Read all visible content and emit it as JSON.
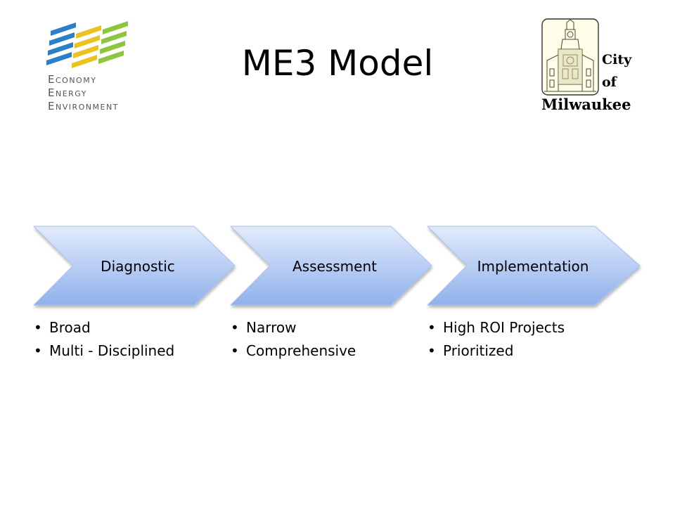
{
  "title": "ME3 Model",
  "me3_logo": {
    "lines": [
      "Economy",
      "Energy",
      "Environment"
    ],
    "colors": {
      "blue": "#2a7fc6",
      "yellow": "#e9c31f",
      "green": "#8cc63f"
    }
  },
  "milwaukee_logo": {
    "line1": "City",
    "line2": "of",
    "line3": "Milwaukee"
  },
  "stages": [
    {
      "label": "Diagnostic",
      "bullets": [
        "Broad",
        "Multi - Disciplined"
      ]
    },
    {
      "label": "Assessment",
      "bullets": [
        "Narrow",
        "Comprehensive"
      ]
    },
    {
      "label": "Implementation",
      "bullets": [
        "High ROI Projects",
        "Prioritized"
      ]
    }
  ],
  "colors": {
    "chevron_top": "#e2ebfb",
    "chevron_bottom": "#8fb1ec",
    "chevron_edge": "#a9c0e8"
  }
}
